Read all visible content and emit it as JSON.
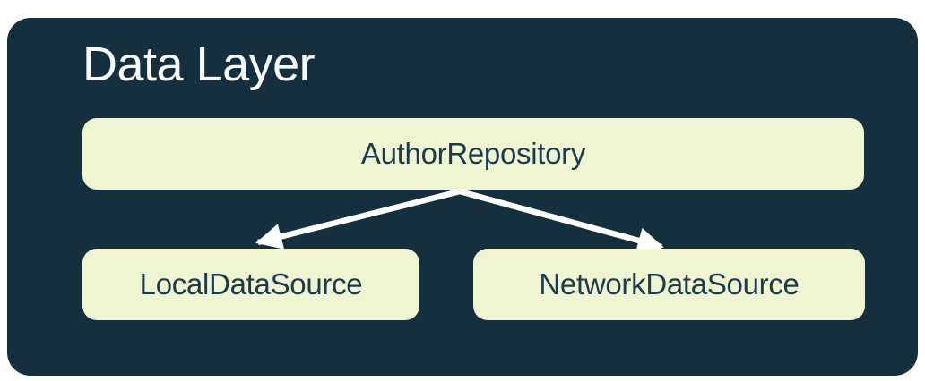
{
  "diagram": {
    "title": "Data Layer",
    "nodes": [
      {
        "id": "repository",
        "label": "AuthorRepository"
      },
      {
        "id": "local",
        "label": "LocalDataSource"
      },
      {
        "id": "network",
        "label": "NetworkDataSource"
      }
    ],
    "edges": [
      {
        "from": "AuthorRepository",
        "to": "LocalDataSource"
      },
      {
        "from": "AuthorRepository",
        "to": "NetworkDataSource"
      }
    ],
    "colors": {
      "page_background": "#FFFFFF",
      "frame_background": "#152F3E",
      "node_fill": "#EFF4D2",
      "node_text": "#1D3B4B",
      "title_text": "#F8F9F9",
      "arrow": "#FFFFFF"
    }
  }
}
